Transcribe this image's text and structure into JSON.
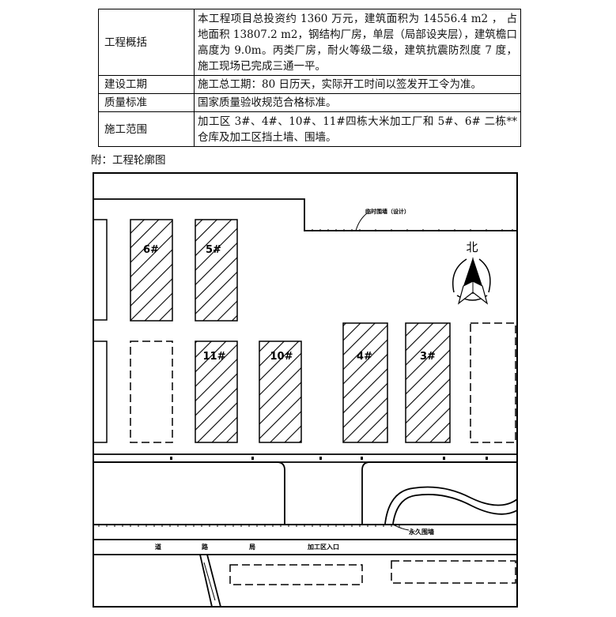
{
  "table": {
    "rows": [
      {
        "key": "工程概括",
        "value": "本工程项目总投资约 1360 万元，建筑面积为 14556.4 m2 ， 占地面积 13807.2 m2，钢结构厂房，单层（局部设夹层），建筑檐口高度为 9.0m。丙类厂房，耐火等级二级，建筑抗震防烈度 7 度，施工现场已完成三通一平。"
      },
      {
        "key": "建设工期",
        "value": "施工总工期：80 日历天，实际开工时间以签发开工令为准。"
      },
      {
        "key": "质量标准",
        "value": "国家质量验收规范合格标准。"
      },
      {
        "key": "施工范围",
        "value": "加工区 3#、4#、10#、11#四栋大米加工厂和 5#、6# 二栋**仓库及加工区挡土墙、围墙。"
      }
    ]
  },
  "caption": "附：工程轮廓图",
  "plan": {
    "north": "北",
    "temp_wall": "临时围墙（设计）",
    "perm_wall": "永久围墙",
    "road_chars": [
      "道",
      "路",
      "局"
    ],
    "entrance": "加工区入口",
    "buildings": [
      "6#",
      "5#",
      "11#",
      "10#",
      "4#",
      "3#"
    ]
  }
}
